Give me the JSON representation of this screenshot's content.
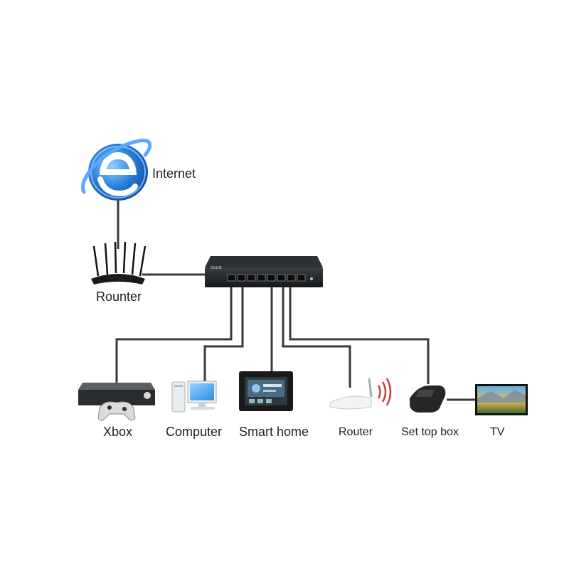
{
  "switch": {
    "model": "SG108"
  },
  "labels": {
    "internet": "Internet",
    "upstream_router": "Rounter",
    "xbox": "Xbox",
    "computer": "Computer",
    "smart_home": "Smart home",
    "router": "Router",
    "set_top_box": "Set top box",
    "tv": "TV"
  },
  "colors": {
    "cable": "#3a3a3a",
    "internet_icon": "#2a7fd8",
    "switch_body": "#1f2326",
    "device_dark": "#232323"
  }
}
